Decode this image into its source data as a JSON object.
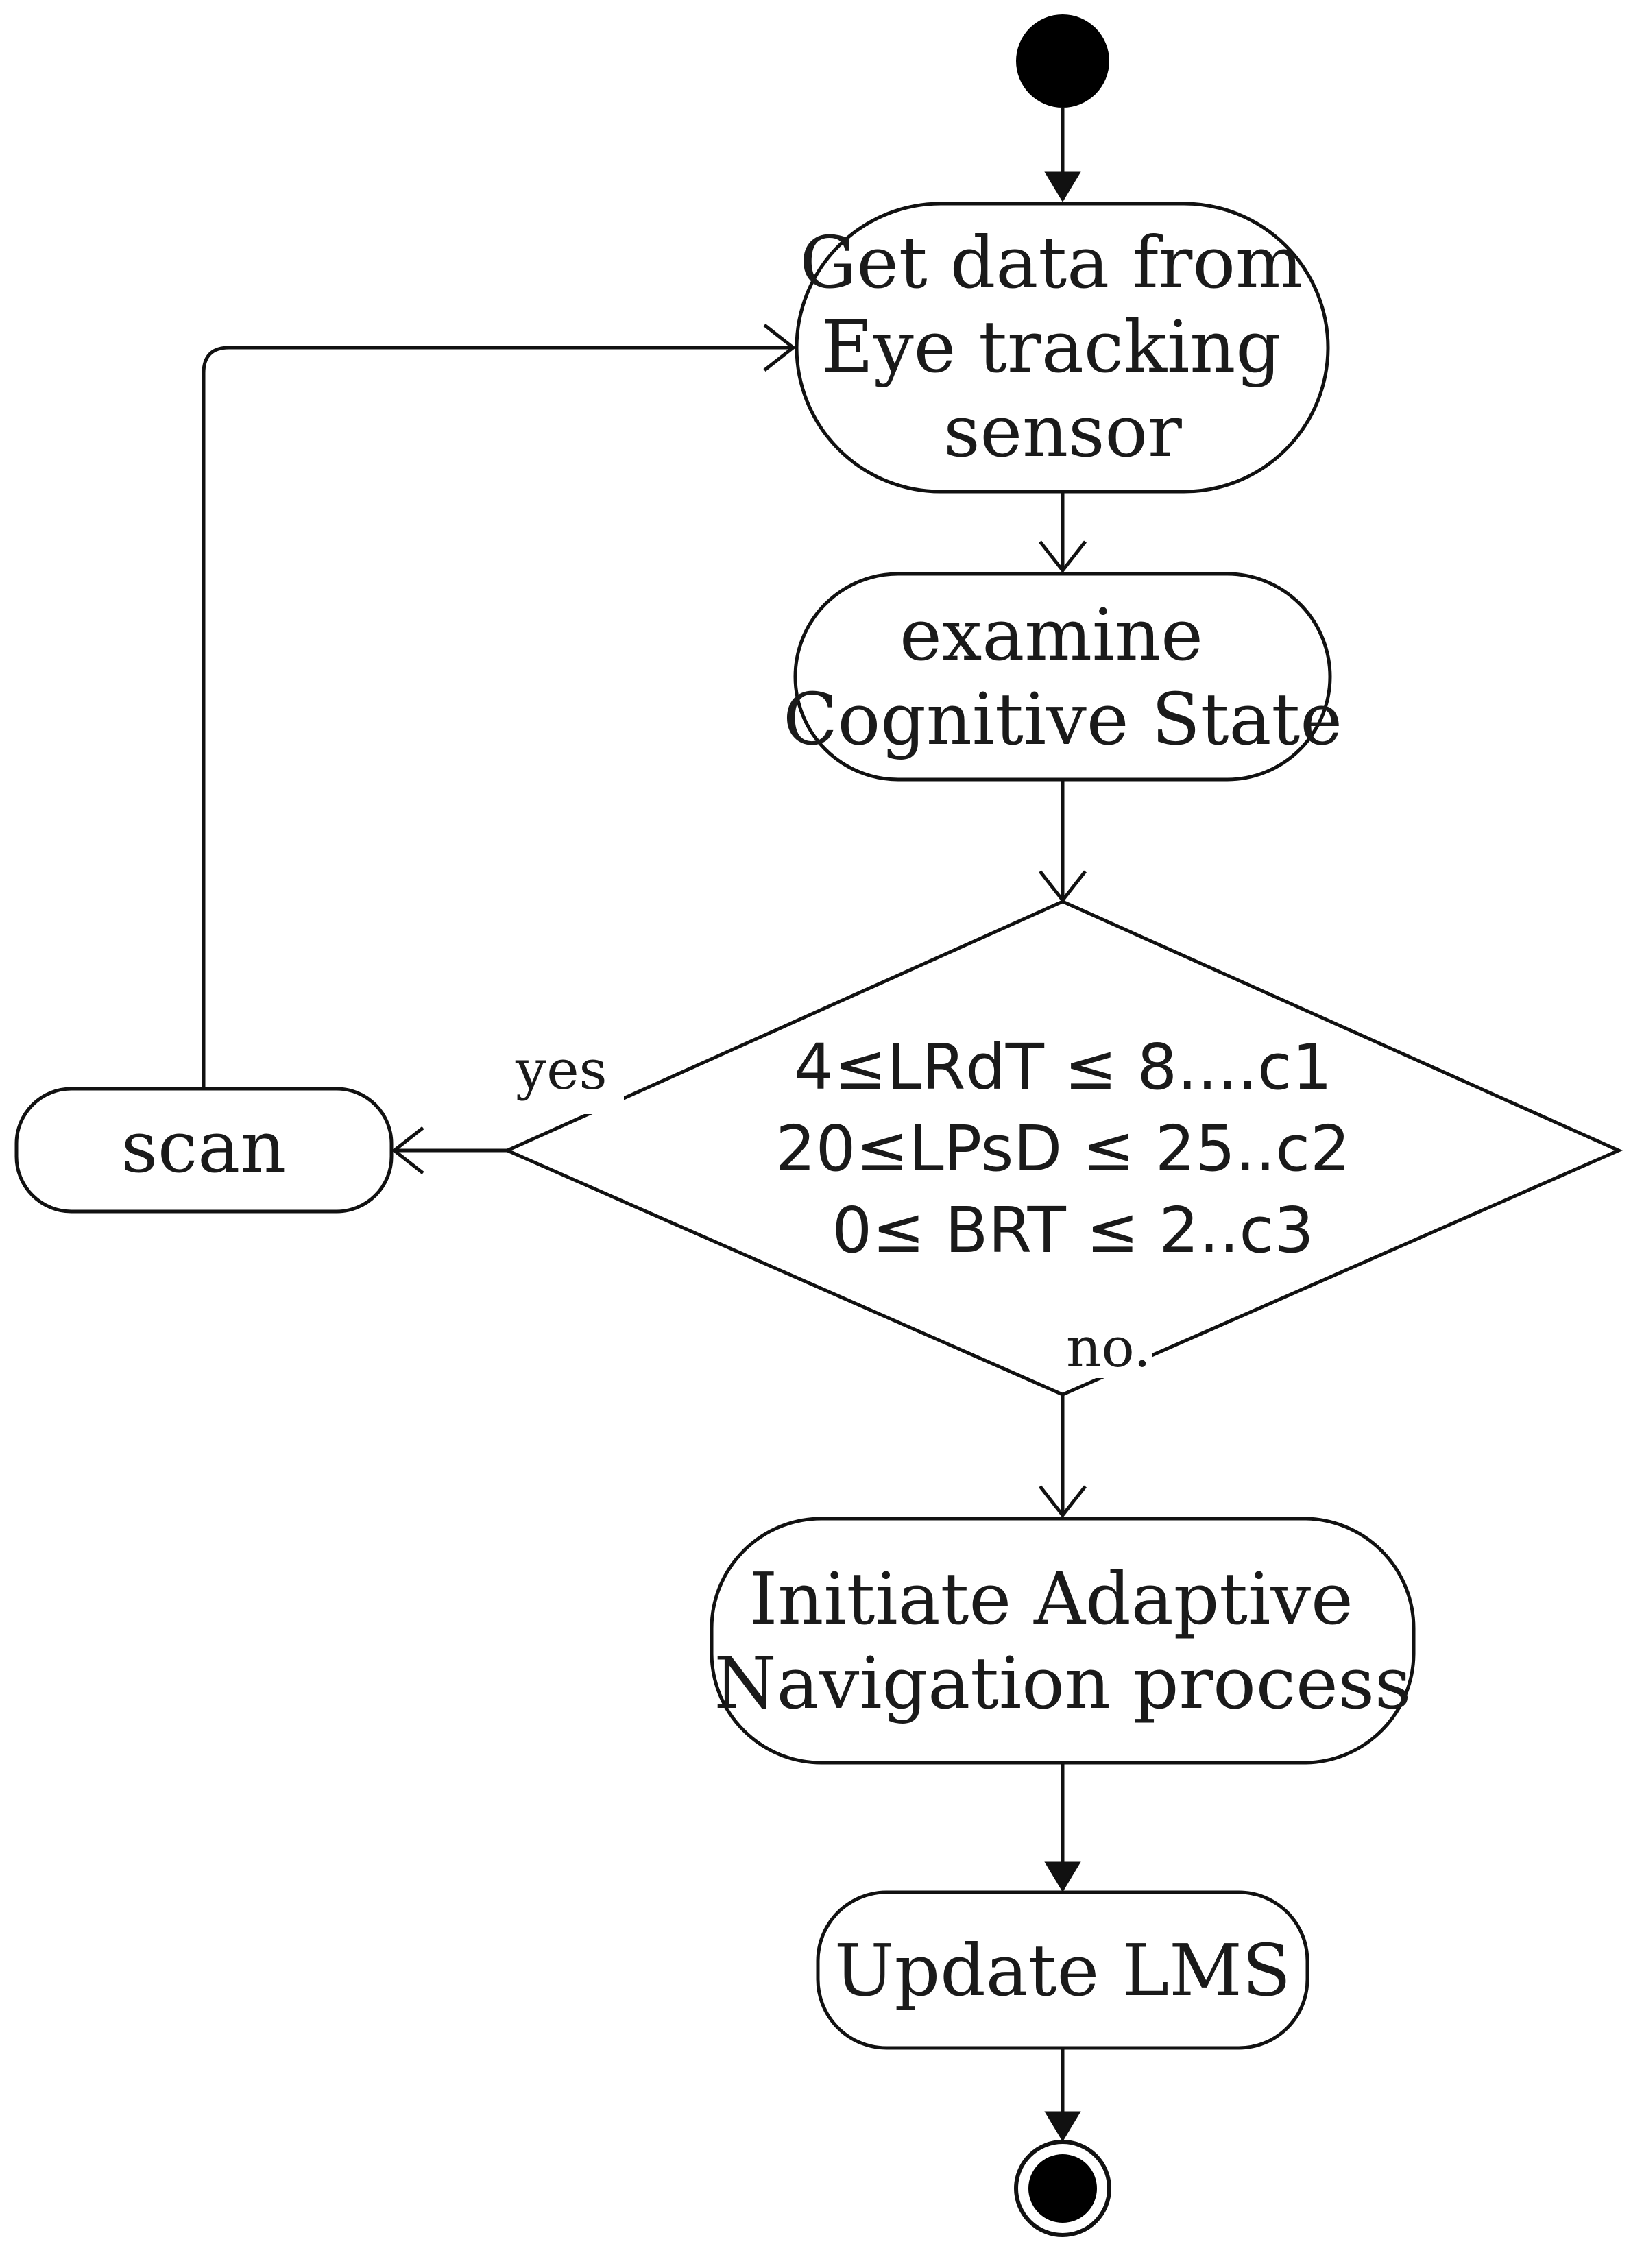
{
  "nodes": {
    "get_data": {
      "lines": [
        "Get data from",
        "Eye tracking",
        "sensor"
      ]
    },
    "examine": {
      "lines": [
        "examine",
        "Cognitive State"
      ]
    },
    "decision": {
      "lines": [
        "4≤LRdT ≤ 8....c1",
        "20≤LPsD ≤ 25..c2",
        "0≤ BRT ≤ 2..c3"
      ]
    },
    "scan": {
      "label": "scan"
    },
    "adaptive": {
      "lines": [
        "Initiate Adaptive",
        "Navigation process"
      ]
    },
    "update": {
      "label": "Update LMS"
    }
  },
  "guards": {
    "yes": "yes",
    "no": "no."
  },
  "colors": {
    "stroke": "#111111",
    "fill": "#ffffff",
    "text": "#1a1a1a"
  }
}
